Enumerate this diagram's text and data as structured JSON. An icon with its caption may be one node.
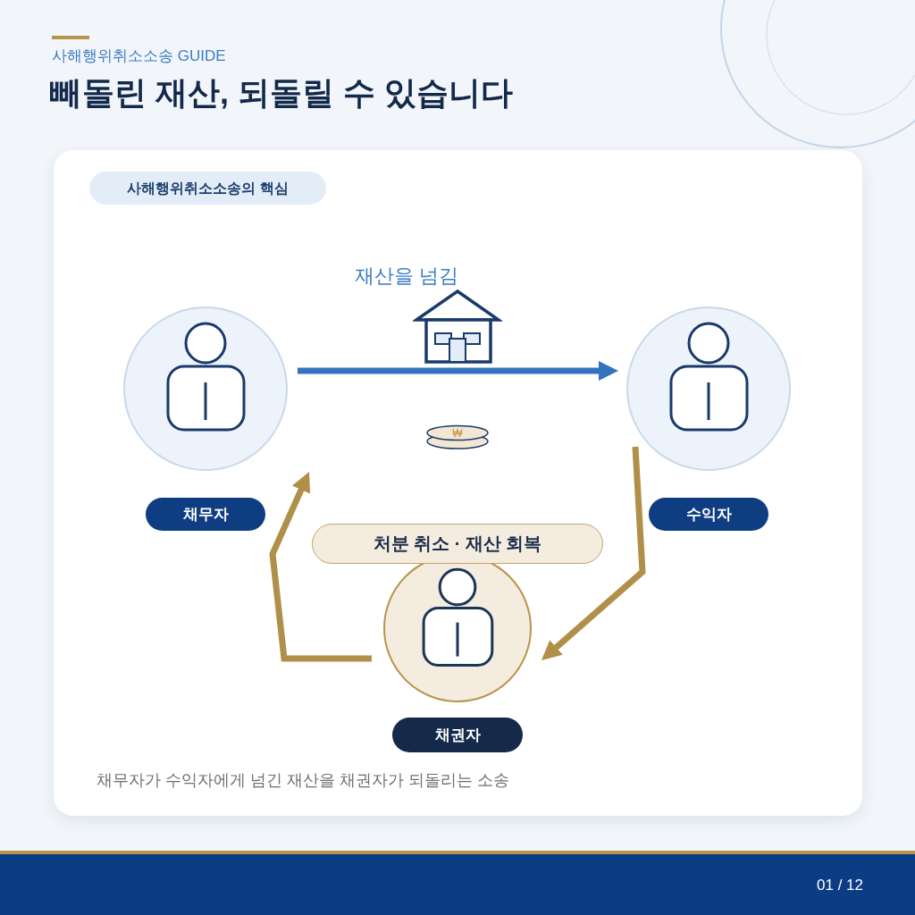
{
  "diagram": {
    "title": "빼돌린 재산, 되돌릴 수 있습니다",
    "nodes": [
      {
        "text": [
          "채무자가 수익자에게 넘긴 재산을 채권자가 되돌리는 소송"
        ]
      },
      {
        "text": [
          "사해행위취소소송의 핵심"
        ],
        "in": 0
      },
      {
        "text": [
          "채무자"
        ],
        "in": 0
      },
      {
        "text": [
          "수익자"
        ],
        "in": 0
      },
      {
        "text": [
          "처분 취소 · 재산 회복"
        ],
        "in": 0
      },
      {
        "text": [
          "채권자"
        ],
        "in": 0
      }
    ],
    "edges": [
      {
        "from": 2,
        "to": 3,
        "arrow": "to",
        "label": "재산을 넘김",
        "color": "#3273c0"
      },
      {
        "from": 3,
        "to": 5,
        "arrow": "to"
      },
      {
        "from": 5,
        "to": 2,
        "arrow": "to"
      }
    ],
    "labels": [
      "사해행위취소소송 GUIDE",
      "₩",
      "01 / 12"
    ]
  }
}
